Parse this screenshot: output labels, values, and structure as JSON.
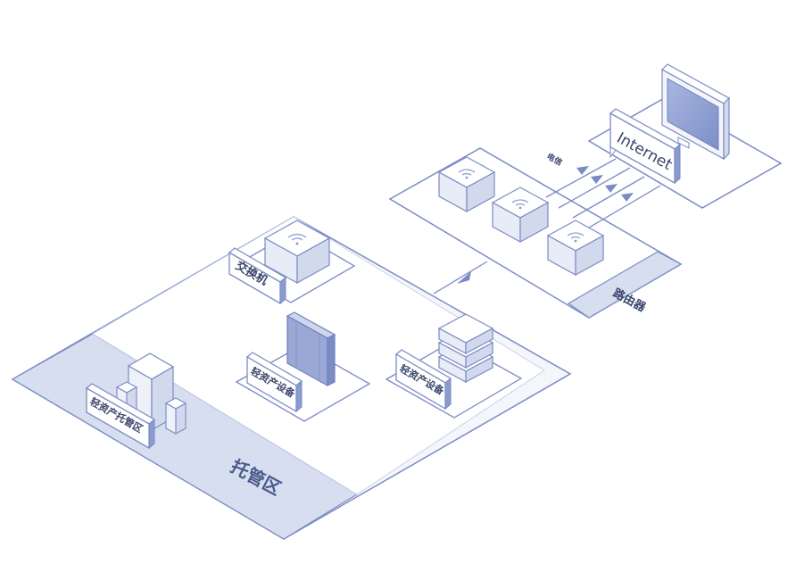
{
  "diagram": {
    "labels": {
      "switch": "交换机",
      "light_asset_device_1": "轻资产设备",
      "light_asset_device_2": "轻资产设备",
      "light_asset_hosting": "轻资产托管区",
      "hosting_zone": "托管区",
      "router": "路由器",
      "internet": "Internet",
      "telecom": "电信"
    },
    "colors": {
      "line": "#7a8bc4",
      "platform_fill": "#ffffff",
      "zone_fill": "#d6deef",
      "device_top": "#ffffff",
      "device_side": "#dde3f1",
      "label_fill": "#ffffff",
      "accent": "#8b9bd0"
    }
  }
}
